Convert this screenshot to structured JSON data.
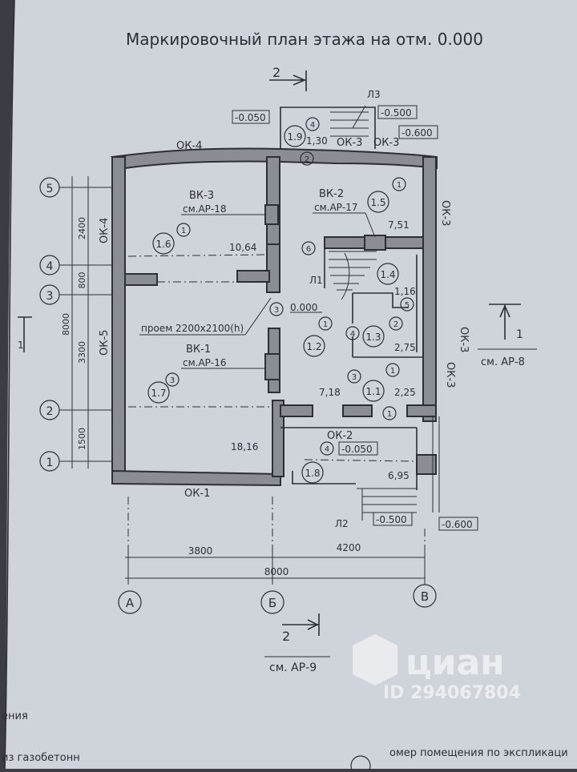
{
  "title": "Маркировочный план этажа на отм. 0.000",
  "section_marks": {
    "top": "2",
    "bottom": "2",
    "bottom_ref": "см. АР-9",
    "right": "1",
    "right_ref": "см. АР-8",
    "left": "1"
  },
  "windows": {
    "ok4_top": "ОК-4",
    "ok4_left": "ОК-4",
    "ok5": "ОК-5",
    "ok3_a": "ОК-3",
    "ok3_b": "ОК-3",
    "ok3_right_top": "ОК-3",
    "ok3_right_mid": "ОК-3",
    "ok3_right_mid2": "ОК-3",
    "ok1": "ОК-1",
    "ok2": "ОК-2"
  },
  "levels": {
    "top_left": "-0.050",
    "top_right1": "-0.500",
    "top_right2": "-0.600",
    "floor": "0.000",
    "porch": "-0.050",
    "bottom_mid": "-0.500",
    "bottom_right": "-0.600"
  },
  "rooms": {
    "r1_1_area": "2,25",
    "r1_1": "1.1",
    "r1_2": "1.2",
    "r1_3_area": "2,75",
    "r1_3": "1.3",
    "r1_4_area": "1,16",
    "r1_4": "1.4",
    "r1_5_area": "7,51",
    "r1_5": "1.5",
    "r1_6_area": "10,64",
    "r1_6": "1.6",
    "r1_7_area": "18,16",
    "r1_7": "1.7",
    "r1_8_area": "6,95",
    "r1_8": "1.8",
    "r1_9_area": "1,30",
    "r1_9": "1.9",
    "hall_area": "7,18"
  },
  "equipment": {
    "vk3": "ВК-3",
    "vk3_ref": "см.АР-18",
    "vk2": "ВК-2",
    "vk2_ref": "см.АР-17",
    "vk1": "ВК-1",
    "vk1_ref": "см.АР-16",
    "opening": "проем 2200x2100(h)",
    "stair1": "Л1",
    "stair2": "Л2",
    "stair3": "Л3"
  },
  "markers": {
    "m1_a": "1",
    "m1_b": "1",
    "m1_c": "1",
    "m1_d": "1",
    "m1_e": "1",
    "m2_a": "2",
    "m2_b": "2",
    "m3_a": "3",
    "m3_b": "3",
    "m3_c": "3",
    "m4_a": "4",
    "m4_b": "4",
    "m4_c": "4",
    "m5": "5",
    "m6": "6"
  },
  "axes": {
    "rows": [
      "5",
      "4",
      "3",
      "2",
      "1"
    ],
    "cols": [
      "А",
      "Б",
      "В"
    ]
  },
  "dims": {
    "d2400": "2400",
    "d800": "800",
    "d3300": "3300",
    "d1500": "1500",
    "d8000_v": "8000",
    "d3800": "3800",
    "d4200": "4200",
    "d8000_h": "8000"
  },
  "watermark": {
    "brand": "циан",
    "id": "ID 294067804"
  },
  "footer": {
    "left1": "ения",
    "left2": "из газобетонн",
    "right": "омер помещения по экспликаци"
  },
  "colors": {
    "paper": "#cfd3da",
    "ink": "#2c2f36",
    "wall_fill": "#8a8d94",
    "binding": "#3a3e44"
  }
}
